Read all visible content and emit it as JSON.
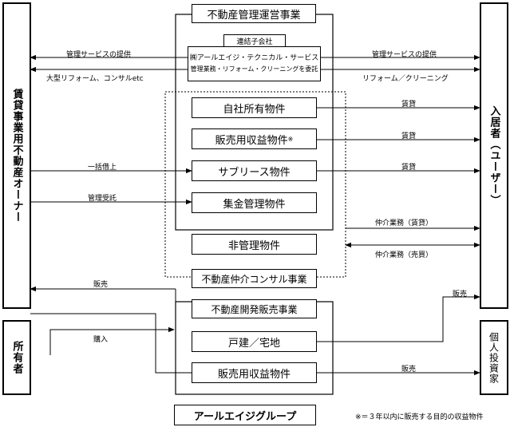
{
  "left_entity": {
    "owner": "賃貸事業用不動産オーナー",
    "holder": "所有者"
  },
  "right_entity": {
    "resident": "入居者（ユーザー）",
    "investor": "個人投資家"
  },
  "management": {
    "title": "不動産管理運営事業",
    "subsidiary_tag": "連結子会社",
    "subsidiary_name": "㈱アールエイジ・テクニカル・サービス",
    "subsidiary_desc": "管理業務・リフォーム・クリーニングを委託",
    "properties": [
      {
        "label": "自社所有物件",
        "flow_right": "賃貸"
      },
      {
        "label": "販売用収益物件",
        "note_mark": "※",
        "flow_right": "賃貸"
      },
      {
        "label": "サブリース物件",
        "flow_left": "一括借上",
        "flow_right": "賃貸"
      },
      {
        "label": "集金管理物件",
        "flow_left": "管理受託"
      },
      {
        "label": "非管理物件"
      }
    ]
  },
  "consulting": {
    "title": "不動産仲介コンサル事業",
    "flow_rent": "仲介業務（賃貸）",
    "flow_sale": "仲介業務（売買）"
  },
  "development": {
    "title": "不動産開発販売事業",
    "house": "戸建／宅地",
    "income_property": "販売用収益物件",
    "flow_sale_owner": "販売",
    "flow_purchase": "購入",
    "flow_sale_resident": "販売",
    "flow_sale_investor": "販売"
  },
  "service_flows": {
    "left_top": "管理サービスの提供",
    "left_bottom": "大型リフォーム、コンサルetc",
    "right_top": "管理サービスの提供",
    "right_bottom": "リフォーム／クリーニング"
  },
  "group_label": "アールエイジグループ",
  "footnote": "※＝３年以内に販売する目的の収益物件"
}
